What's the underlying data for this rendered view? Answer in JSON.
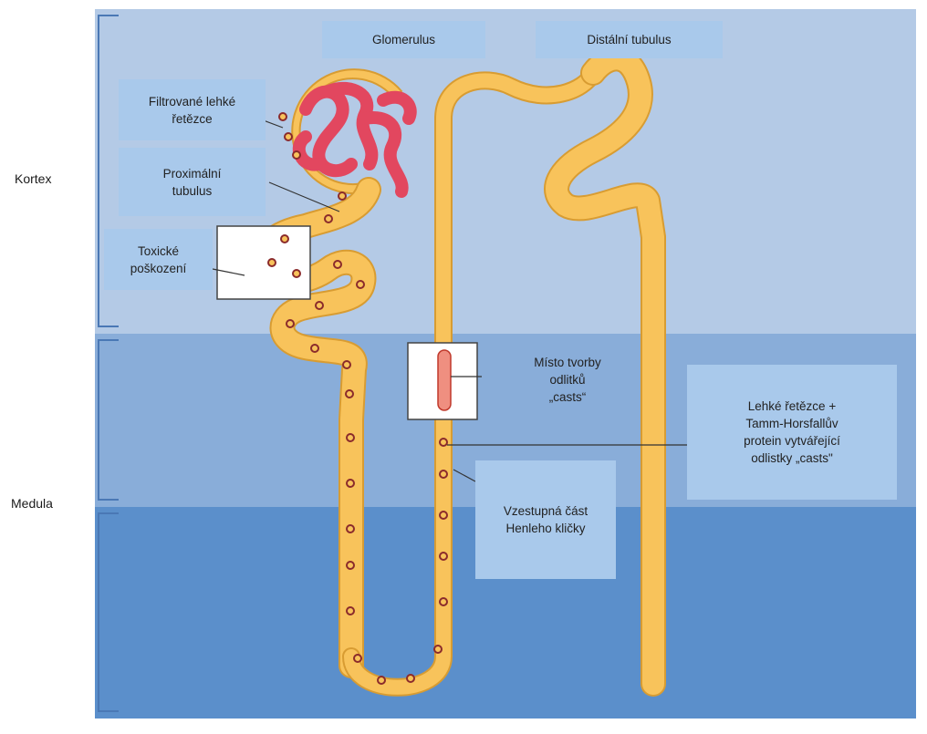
{
  "zones": {
    "cortex": "Kortex",
    "medula": "Medula"
  },
  "labels": {
    "glomerulus": [
      "Glomerulus"
    ],
    "distal": [
      "Distální tubulus"
    ],
    "filtered": [
      "Filtrované lehké",
      "řetězce"
    ],
    "proximal": [
      "Proximální",
      "tubulus"
    ],
    "toxic": [
      "Toxické",
      "poškození"
    ],
    "cast_site": [
      "Místo tvorby",
      "odlitků",
      "„casts“"
    ],
    "light_chains": [
      "Lehké řetězce +",
      "Tamm-Horsfallův",
      "protein vytvářející",
      "odlistky „casts\""
    ],
    "ascending": [
      "Vzestupná část",
      "Henleho kličky"
    ]
  },
  "colors": {
    "cortex_bg": "#b4cae6",
    "medulla_outer_bg": "#89add9",
    "medulla_inner_bg": "#5b8fcb",
    "tubule": "#f8c35b",
    "tubule_edge": "#d89c32",
    "glomerulus": "#e2475f",
    "dot": "#8b2b2b",
    "label_box": "#a9c9eb"
  }
}
